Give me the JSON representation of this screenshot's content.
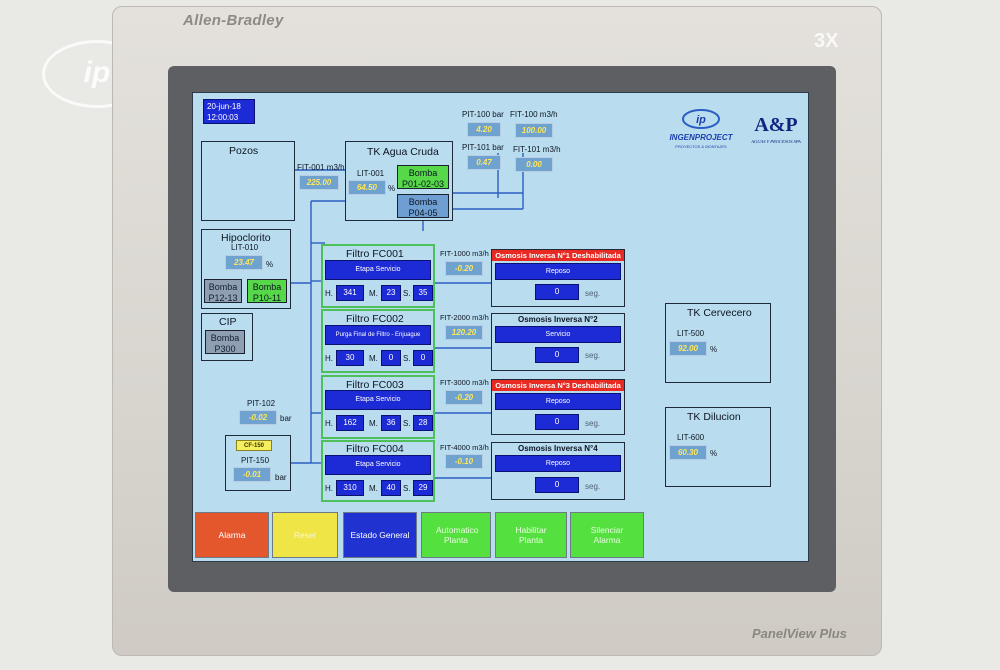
{
  "device": {
    "brand": "Allen-Bradley",
    "model": "PanelView Plus",
    "watermark": "ip",
    "corner_mark": "3X"
  },
  "header": {
    "date": "20-jun-18",
    "time": "12:00:03"
  },
  "logos": {
    "ingen": "INGENPROJECT",
    "ingen_sub": "PROYECTOS & MONTAJES",
    "ap": "A&P",
    "ap_sub": "AGUAS Y PROCESOS SPA"
  },
  "colors": {
    "screen_bg": "#b9dcef",
    "status_blue": "#1d2bd6",
    "value_bg": "#6fa2cf",
    "value_text": "#ffe75a",
    "pump_on": "#56d849",
    "alarm_red": "#e82a22"
  },
  "pozos": {
    "title": "Pozos",
    "fit_label": "FIT-001 m3/h",
    "fit_value": "225.00"
  },
  "tk_agua": {
    "title": "TK Agua Cruda",
    "lit_label": "LIT-001",
    "lit_value": "64.50",
    "unit": "%",
    "pump1": {
      "line1": "Bomba",
      "line2": "P01-02-03"
    },
    "pump2": {
      "line1": "Bomba",
      "line2": "P04-05"
    }
  },
  "pit100": {
    "label": "PIT-100 bar",
    "value": "4.20"
  },
  "fit100": {
    "label": "FIT-100 m3/h",
    "value": "100.00"
  },
  "pit101": {
    "label": "PIT-101 bar",
    "value": "0.47"
  },
  "fit101": {
    "label": "FIT-101 m3/h",
    "value": "0.00"
  },
  "hipoclorito": {
    "title": "Hipoclorito",
    "lit_label": "LIT-010",
    "lit_value": "23.47",
    "unit": "%",
    "pump1": {
      "line1": "Bomba",
      "line2": "P12-13"
    },
    "pump2": {
      "line1": "Bomba",
      "line2": "P10-11"
    }
  },
  "cip": {
    "title": "CIP",
    "pump": {
      "line1": "Bomba",
      "line2": "P300"
    }
  },
  "pit102": {
    "label": "PIT-102",
    "value": "-0.02",
    "unit": "bar"
  },
  "pit150": {
    "tag": "CF-150",
    "label": "PIT-150",
    "value": "-0.01",
    "unit": "bar"
  },
  "timer_labels": {
    "h": "H.",
    "m": "M.",
    "s": "S."
  },
  "filters": [
    {
      "title": "Filtro FC001",
      "status": "Etapa Servicio",
      "h": "341",
      "m": "23",
      "s": "35"
    },
    {
      "title": "Filtro FC002",
      "status": "Purga Final de Filtro - Enjuague",
      "h": "30",
      "m": "0",
      "s": "0"
    },
    {
      "title": "Filtro FC003",
      "status": "Etapa Servicio",
      "h": "162",
      "m": "36",
      "s": "28"
    },
    {
      "title": "Filtro FC004",
      "status": "Etapa Servicio",
      "h": "310",
      "m": "40",
      "s": "29"
    }
  ],
  "fits": [
    {
      "label": "FIT-1000 m3/h",
      "value": "-0.20"
    },
    {
      "label": "FIT-2000 m3/h",
      "value": "120.20"
    },
    {
      "label": "FIT-3000 m3/h",
      "value": "-0.20"
    },
    {
      "label": "FIT-4000 m3/h",
      "value": "-0.10"
    }
  ],
  "osmosis": [
    {
      "title": "Osmosis Inversa N°1 Deshabilitada",
      "alarm": true,
      "status": "Reposo",
      "value": "0",
      "unit": "seg."
    },
    {
      "title": "Osmosis Inversa N°2",
      "alarm": false,
      "status": "Servicio",
      "value": "0",
      "unit": "seg."
    },
    {
      "title": "Osmosis Inversa N°3 Deshabilitada",
      "alarm": true,
      "status": "Reposo",
      "value": "0",
      "unit": "seg."
    },
    {
      "title": "Osmosis Inversa N°4",
      "alarm": false,
      "status": "Reposo",
      "value": "0",
      "unit": "seg."
    }
  ],
  "tk_cervecero": {
    "title": "TK Cervecero",
    "lit_label": "LIT-500",
    "lit_value": "92.00",
    "unit": "%"
  },
  "tk_dilucion": {
    "title": "TK Dilucion",
    "lit_label": "LIT-600",
    "lit_value": "60.30",
    "unit": "%"
  },
  "buttons": [
    {
      "label": "Alarma",
      "bg": "#e4572d",
      "fg": "#ffffff"
    },
    {
      "label": "Reset",
      "bg": "#f0e547",
      "fg": "#f8f6c8"
    },
    {
      "label": "Estado General",
      "bg": "#2033d0",
      "fg": "#ffffff"
    },
    {
      "label": "Automatico Planta",
      "bg": "#54e13f",
      "fg": "#ecfbe3"
    },
    {
      "label": "Habilitar Planta",
      "bg": "#54e13f",
      "fg": "#ecfbe3"
    },
    {
      "label": "Silenciar Alarma",
      "bg": "#54e13f",
      "fg": "#ecfbe3"
    }
  ]
}
